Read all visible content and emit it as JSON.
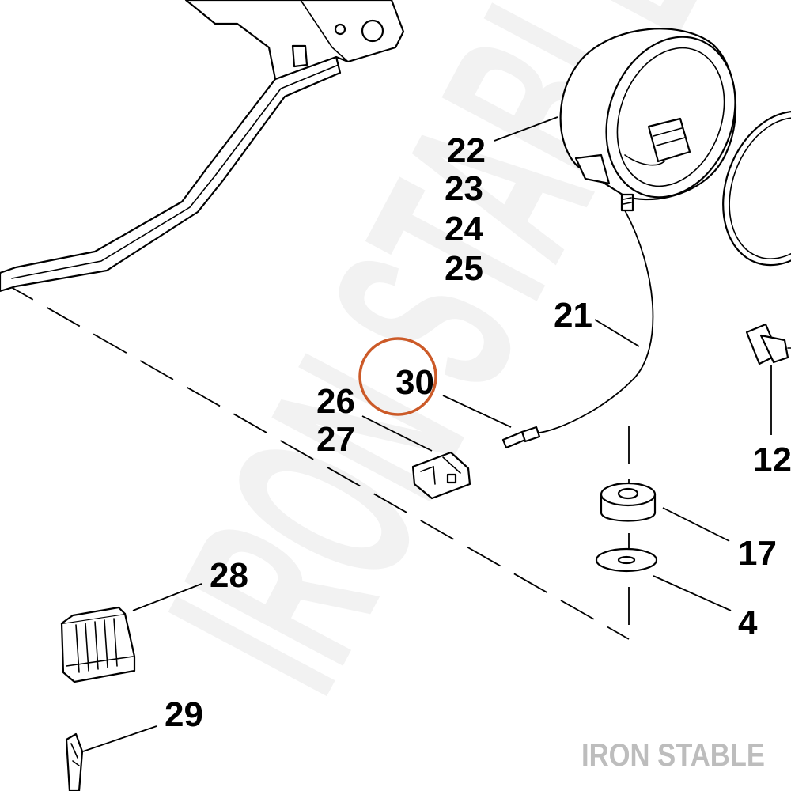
{
  "watermark": "IRON STABLE",
  "colors": {
    "line": "#000000",
    "highlight": "#cc5a28",
    "watermark": "#f2f2f2",
    "brand": "#bdbdbd"
  },
  "callouts": {
    "c22": "22",
    "c23": "23",
    "c24": "24",
    "c25": "25",
    "c21": "21",
    "c30": "30",
    "c26": "26",
    "c27": "27",
    "c12": "12",
    "c17": "17",
    "c4": "4",
    "c28": "28",
    "c29": "29"
  },
  "highlighted_callout": "30"
}
